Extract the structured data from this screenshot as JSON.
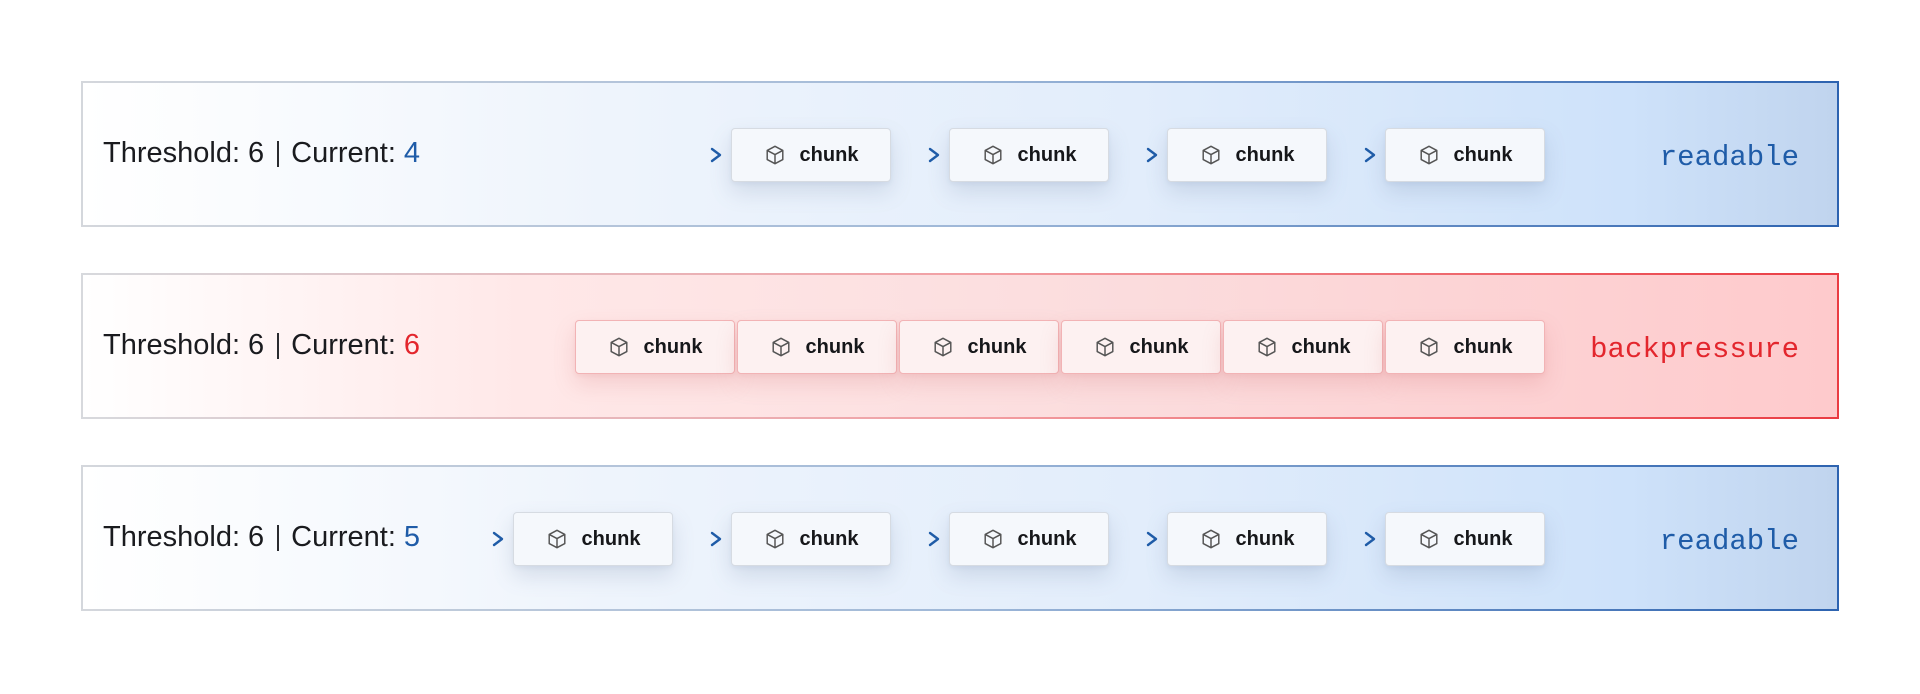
{
  "rows": [
    {
      "threshold_label": "Threshold:",
      "threshold_value": "6",
      "current_label": "Current:",
      "current_value": "4",
      "state": "readable",
      "status": "readable",
      "chunk_label": "chunk",
      "chunk_count": 4
    },
    {
      "threshold_label": "Threshold:",
      "threshold_value": "6",
      "current_label": "Current:",
      "current_value": "6",
      "state": "backpressure",
      "status": "backpressure",
      "chunk_label": "chunk",
      "chunk_count": 6
    },
    {
      "threshold_label": "Threshold:",
      "threshold_value": "6",
      "current_label": "Current:",
      "current_value": "5",
      "state": "readable",
      "status": "readable",
      "chunk_label": "chunk",
      "chunk_count": 5
    }
  ],
  "colors": {
    "readable": "#1f5ca8",
    "backpressure": "#e3262d",
    "text": "#1a1b1f"
  },
  "icons": {
    "chunk": "cube-icon",
    "flow": "arrow-right-icon"
  }
}
